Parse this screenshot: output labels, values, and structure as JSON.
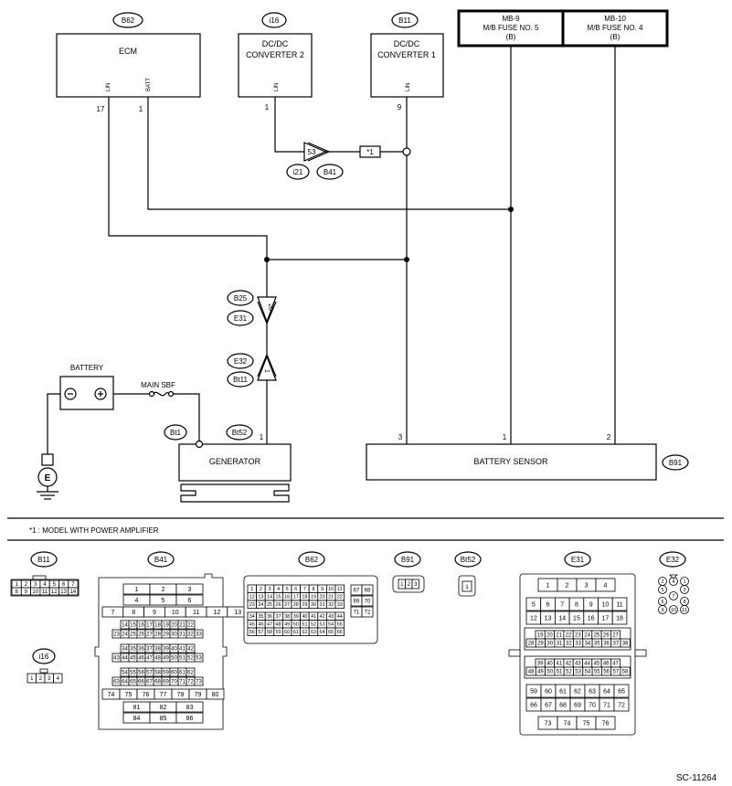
{
  "components": {
    "ecm": {
      "ref": "B62",
      "name": "ECM",
      "pins": [
        {
          "num": "17",
          "label": "LIN"
        },
        {
          "num": "1",
          "label": "BATT"
        }
      ]
    },
    "dcdc2": {
      "ref": "i16",
      "name_l1": "DC/DC",
      "name_l2": "CONVERTER 2",
      "pins": [
        {
          "num": "1",
          "label": "LIN"
        }
      ]
    },
    "dcdc1": {
      "ref": "B11",
      "name_l1": "DC/DC",
      "name_l2": "CONVERTER 1",
      "pins": [
        {
          "num": "9",
          "label": "LIN"
        }
      ]
    },
    "mb9": {
      "l1": "MB-9",
      "l2": "M/B FUSE NO. 5",
      "l3": "(B)"
    },
    "mb10": {
      "l1": "MB-10",
      "l2": "M/B FUSE NO. 4",
      "l3": "(B)"
    },
    "battery": {
      "name": "BATTERY"
    },
    "main_sbf": {
      "name": "MAIN SBF"
    },
    "generator": {
      "name": "GENERATOR",
      "pin": "1",
      "refs": [
        "Bt1",
        "Bt52"
      ]
    },
    "battery_sensor": {
      "name": "BATTERY SENSOR",
      "ref": "B91",
      "pins": [
        "3",
        "1",
        "2"
      ]
    },
    "connector_53": {
      "num": "53",
      "refs": [
        "i21",
        "B41"
      ]
    },
    "note_marker": "*1",
    "connector_b25": {
      "refs": [
        "B25",
        "E31"
      ],
      "num": "20"
    },
    "connector_e32": {
      "refs": [
        "E32",
        "Bt11"
      ],
      "num": "1"
    },
    "ground": "E"
  },
  "footnote": "*1 : MODEL WITH POWER AMPLIFIER",
  "connector_views": {
    "b11": {
      "ref": "B11",
      "top": [
        "1",
        "2",
        "3",
        "4",
        "5",
        "6",
        "7"
      ],
      "bottom": [
        "8",
        "9",
        "10",
        "11",
        "12",
        "13",
        "14"
      ]
    },
    "i16": {
      "ref": "i16",
      "pins": [
        "1",
        "2",
        "3",
        "4"
      ]
    },
    "b41": {
      "ref": "B41"
    },
    "b62": {
      "ref": "B62"
    },
    "b91": {
      "ref": "B91",
      "pins": [
        "1",
        "2",
        "3"
      ]
    },
    "bt52": {
      "ref": "Bt52",
      "pins": [
        "1"
      ]
    },
    "e31": {
      "ref": "E31"
    },
    "e32": {
      "ref": "E32"
    }
  },
  "diagram_id": "SC-11264"
}
